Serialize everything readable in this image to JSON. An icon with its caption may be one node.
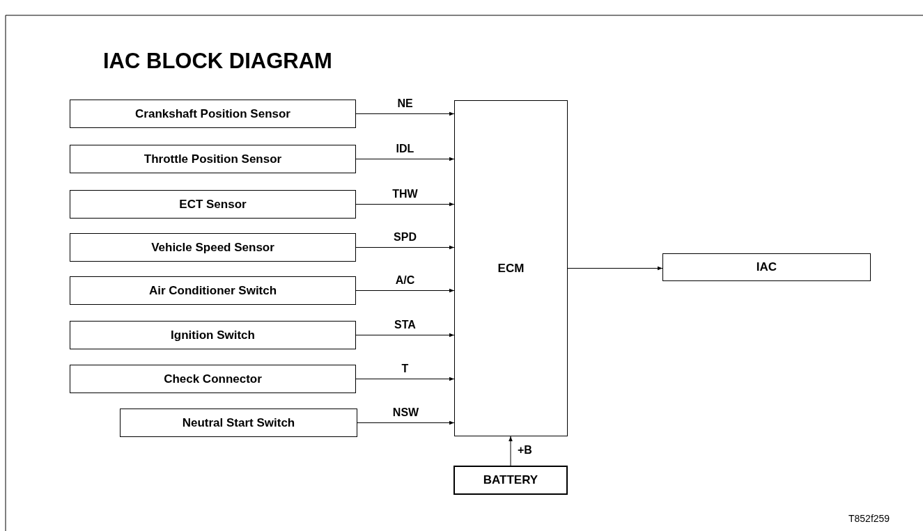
{
  "diagram": {
    "title": "IAC BLOCK DIAGRAM",
    "nodes": [
      {
        "text": [
          "Crankshaft Position Sensor"
        ]
      },
      {
        "text": [
          "Throttle Position Sensor"
        ]
      },
      {
        "text": [
          "ECT Sensor"
        ]
      },
      {
        "text": [
          "Vehicle Speed Sensor"
        ]
      },
      {
        "text": [
          "Air Conditioner Switch"
        ]
      },
      {
        "text": [
          "Ignition Switch"
        ]
      },
      {
        "text": [
          "Check Connector"
        ]
      },
      {
        "text": [
          "Neutral Start Switch"
        ]
      },
      {
        "text": [
          "ECM"
        ]
      },
      {
        "text": [
          "IAC"
        ]
      },
      {
        "text": [
          "BATTERY"
        ]
      }
    ],
    "edges": [
      {
        "from": 0,
        "to": 8,
        "arrow": "to",
        "label": "NE"
      },
      {
        "from": 1,
        "to": 8,
        "arrow": "to",
        "label": "IDL"
      },
      {
        "from": 2,
        "to": 8,
        "arrow": "to",
        "label": "THW"
      },
      {
        "from": 3,
        "to": 8,
        "arrow": "to",
        "label": "SPD"
      },
      {
        "from": 4,
        "to": 8,
        "arrow": "to",
        "label": "A/C"
      },
      {
        "from": 5,
        "to": 8,
        "arrow": "to",
        "label": "STA"
      },
      {
        "from": 6,
        "to": 8,
        "arrow": "to",
        "label": "T"
      },
      {
        "from": 7,
        "to": 8,
        "arrow": "to",
        "label": "NSW"
      },
      {
        "from": 8,
        "to": 9,
        "arrow": "to"
      },
      {
        "from": 10,
        "to": 8,
        "arrow": "to",
        "label": "+B"
      }
    ],
    "labels": [
      "T852f259"
    ]
  }
}
